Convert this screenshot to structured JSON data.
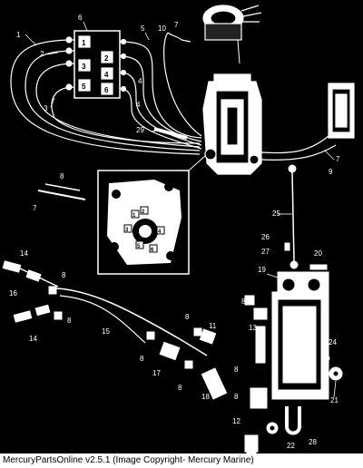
{
  "caption": "MercuryPartsOnline v2.5.1 (Image Copyright- Mercury Marine)",
  "callouts": [
    "1",
    "2",
    "3",
    "4",
    "5",
    "6",
    "7",
    "8",
    "9",
    "10",
    "11",
    "12",
    "13",
    "14",
    "15",
    "16",
    "17",
    "18",
    "19",
    "20",
    "21",
    "22",
    "24",
    "25",
    "26",
    "27",
    "28",
    "29"
  ],
  "block_numbers": [
    "1",
    "2",
    "3",
    "4",
    "5",
    "6"
  ],
  "inset_numbers": [
    "1",
    "2",
    "3",
    "4",
    "5",
    "6"
  ]
}
